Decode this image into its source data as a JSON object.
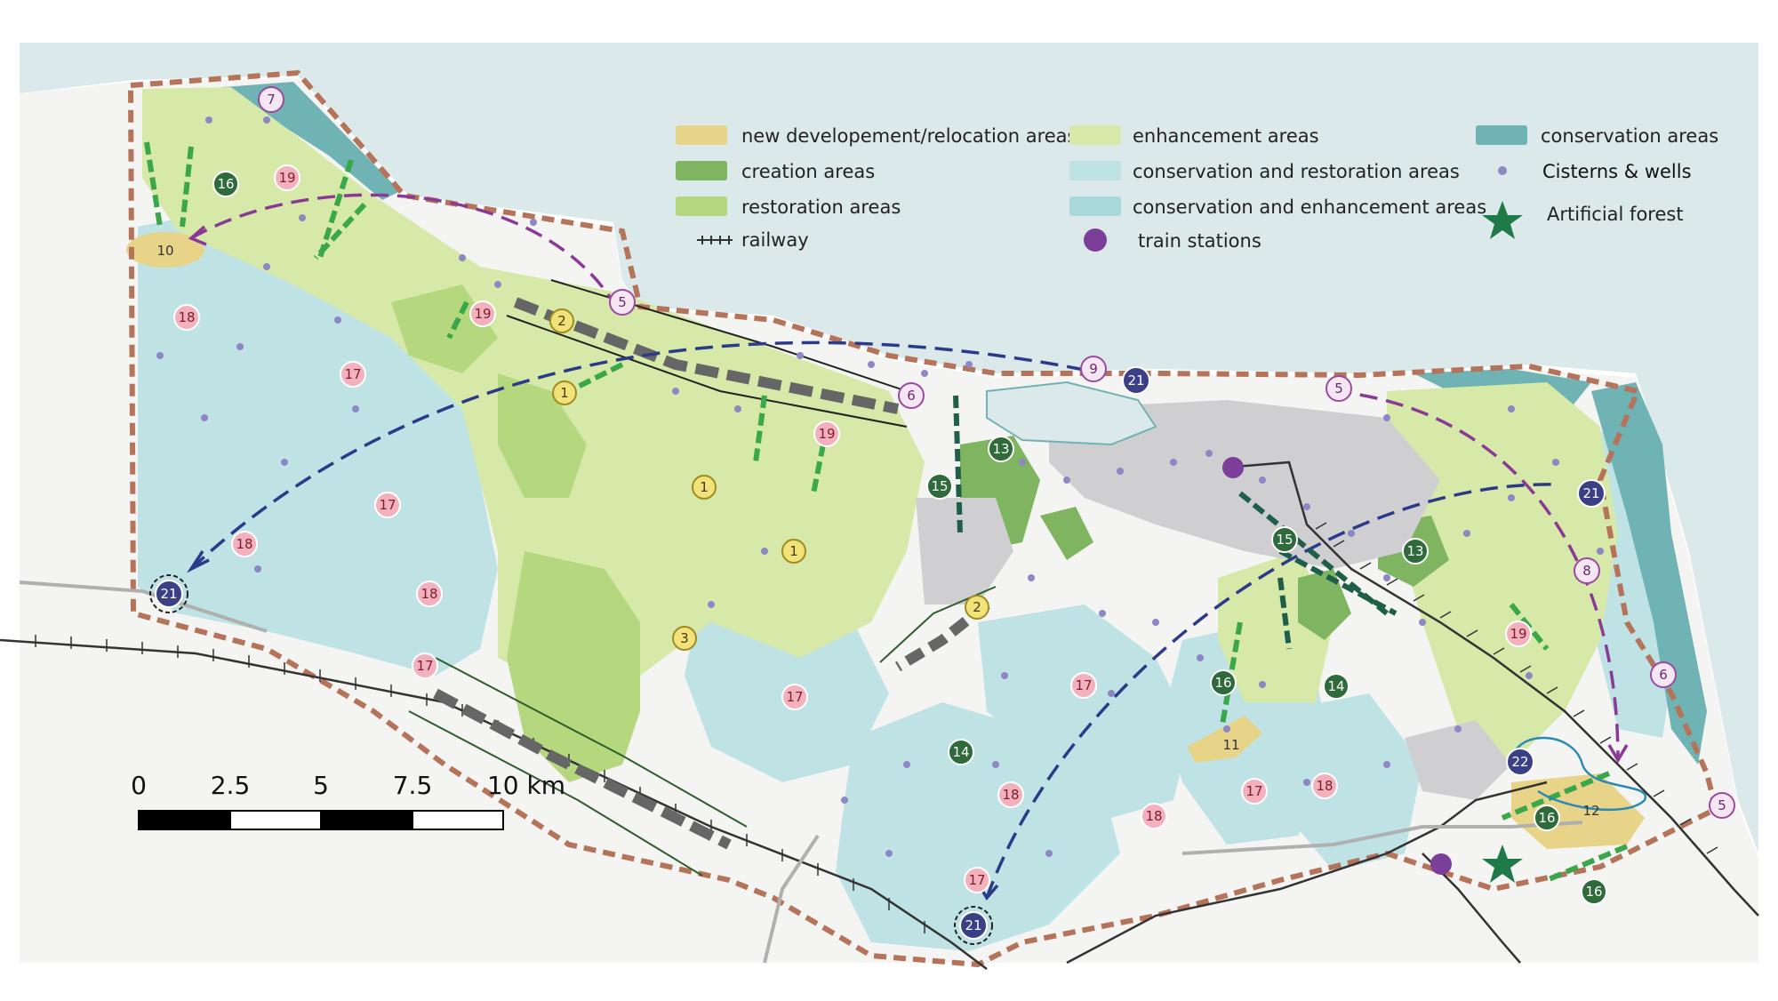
{
  "legend": {
    "items": [
      {
        "key": "new-development",
        "label": "new developement/relocation areas",
        "color": "#e8d488"
      },
      {
        "key": "creation",
        "label": "creation areas",
        "color": "#7fb560"
      },
      {
        "key": "restoration",
        "label": "restoration areas",
        "color": "#b5d87e"
      },
      {
        "key": "railway",
        "label": "railway",
        "color": "#444444"
      },
      {
        "key": "enhancement",
        "label": "enhancement areas",
        "color": "#d7e9a8"
      },
      {
        "key": "conservation-restoration",
        "label": "conservation and restoration areas",
        "color": "#bfe2e5"
      },
      {
        "key": "conservation-enhancement",
        "label": "conservation and enhancement areas",
        "color": "#a9d8db"
      },
      {
        "key": "train-stations",
        "label": "train stations",
        "color": "#7b3f9a"
      },
      {
        "key": "conservation",
        "label": "conservation areas",
        "color": "#6fb3b4"
      },
      {
        "key": "cisterns",
        "label": "Cisterns & wells",
        "color": "#8e87c4"
      },
      {
        "key": "forest",
        "label": "Artificial forest",
        "color": "#1f7a4a"
      }
    ]
  },
  "scale_bar": {
    "labels": [
      "0",
      "2.5",
      "5",
      "7.5",
      "10 km"
    ]
  },
  "areas": [
    {
      "id": "10",
      "label": "10"
    },
    {
      "id": "11",
      "label": "11"
    },
    {
      "id": "12",
      "label": "12"
    }
  ],
  "markers": [
    {
      "n": "7",
      "type": "pink-outline"
    },
    {
      "n": "16",
      "type": "dark-green"
    },
    {
      "n": "19",
      "type": "pink"
    },
    {
      "n": "18",
      "type": "pink"
    },
    {
      "n": "19",
      "type": "pink"
    },
    {
      "n": "2",
      "type": "yellow"
    },
    {
      "n": "5",
      "type": "pink-outline"
    },
    {
      "n": "17",
      "type": "pink"
    },
    {
      "n": "1",
      "type": "yellow"
    },
    {
      "n": "6",
      "type": "pink-outline"
    },
    {
      "n": "19",
      "type": "pink"
    },
    {
      "n": "1",
      "type": "yellow"
    },
    {
      "n": "17",
      "type": "pink"
    },
    {
      "n": "18",
      "type": "pink"
    },
    {
      "n": "1",
      "type": "yellow"
    },
    {
      "n": "21",
      "type": "navy-ring"
    },
    {
      "n": "18",
      "type": "pink"
    },
    {
      "n": "3",
      "type": "yellow"
    },
    {
      "n": "17",
      "type": "pink"
    },
    {
      "n": "9",
      "type": "pink-outline"
    },
    {
      "n": "21",
      "type": "navy"
    },
    {
      "n": "13",
      "type": "dark-green"
    },
    {
      "n": "15",
      "type": "dark-green"
    },
    {
      "n": "2",
      "type": "yellow"
    },
    {
      "n": "17",
      "type": "pink"
    },
    {
      "n": "14",
      "type": "dark-green"
    },
    {
      "n": "17",
      "type": "pink"
    },
    {
      "n": "18",
      "type": "pink"
    },
    {
      "n": "18",
      "type": "pink"
    },
    {
      "n": "17",
      "type": "pink"
    },
    {
      "n": "21",
      "type": "navy-ring"
    },
    {
      "n": "5",
      "type": "pink-outline"
    },
    {
      "n": "15",
      "type": "dark-green"
    },
    {
      "n": "13",
      "type": "dark-green"
    },
    {
      "n": "16",
      "type": "dark-green"
    },
    {
      "n": "14",
      "type": "dark-green"
    },
    {
      "n": "17",
      "type": "pink"
    },
    {
      "n": "18",
      "type": "pink"
    },
    {
      "n": "21",
      "type": "navy"
    },
    {
      "n": "8",
      "type": "pink-outline"
    },
    {
      "n": "19",
      "type": "pink"
    },
    {
      "n": "6",
      "type": "pink-outline"
    },
    {
      "n": "22",
      "type": "navy"
    },
    {
      "n": "16",
      "type": "dark-green"
    },
    {
      "n": "5",
      "type": "pink-outline"
    },
    {
      "n": "16",
      "type": "dark-green"
    }
  ]
}
